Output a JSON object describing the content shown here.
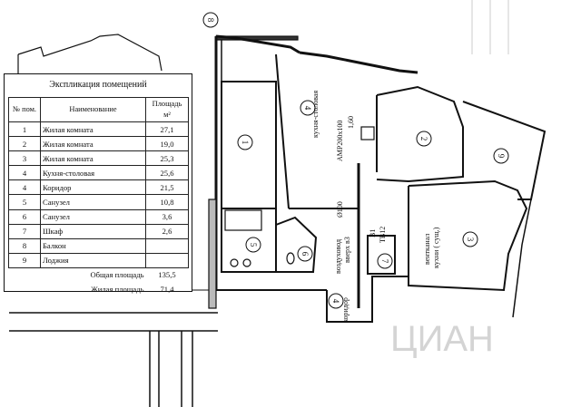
{
  "legend": {
    "title": "Экспликация помещений",
    "col_no": "№ пом.",
    "col_name": "Наименование",
    "col_area": "Площадь м²",
    "rows": [
      {
        "no": "1",
        "name": "Жилая комната",
        "area": "27,1"
      },
      {
        "no": "2",
        "name": "Жилая комната",
        "area": "19,0"
      },
      {
        "no": "3",
        "name": "Жилая комната",
        "area": "25,3"
      },
      {
        "no": "4",
        "name": "Кухня-столовая",
        "area": "25,6"
      },
      {
        "no": "4",
        "name": "Коридор",
        "area": "21,5"
      },
      {
        "no": "5",
        "name": "Санузел",
        "area": "10,8"
      },
      {
        "no": "6",
        "name": "Санузел",
        "area": "3,6"
      },
      {
        "no": "7",
        "name": "Шкаф",
        "area": "2,6"
      },
      {
        "no": "8",
        "name": "Балкон",
        "area": ""
      },
      {
        "no": "9",
        "name": "Лоджия",
        "area": ""
      }
    ],
    "total_label": "Общая площадь",
    "total_value": "135,5",
    "living_label": "Жилая площадь",
    "living_value": "71,4"
  },
  "room_markers": [
    "1",
    "2",
    "3",
    "5",
    "6",
    "7",
    "8",
    "9",
    "4",
    "4"
  ],
  "plan_labels": {
    "kitchen": "кухня-столовая",
    "amp": "АМР200х100",
    "level": "1,60",
    "d100": "Ø100",
    "vozduh": "воздуховод",
    "vozduh2": "вверх вЗ",
    "v1": "В1",
    "tv": "ТВ12",
    "ventkanal": "вентканал",
    "ventkanal2": "кухни ( сущ.)",
    "corridor": "коридор"
  },
  "watermark": "ЦИАН"
}
